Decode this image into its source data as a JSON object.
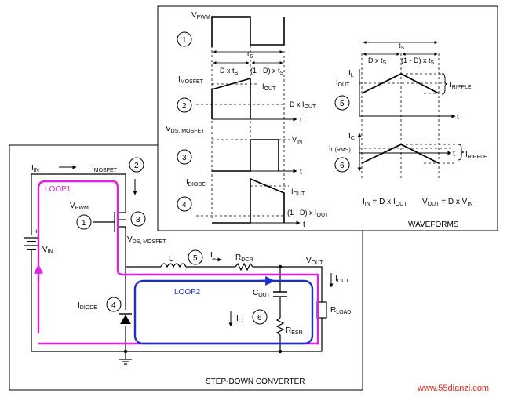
{
  "converter": {
    "title": "STEP-DOWN CONVERTER",
    "i_in": "I",
    "i_in_sub": "IN",
    "v_in": "V",
    "v_in_sub": "IN",
    "plus_sign": "+",
    "i_mosfet": "I",
    "i_mosfet_sub": "MOSFET",
    "v_pwm": "V",
    "v_pwm_sub": "PWM",
    "vds": "V",
    "vds_sub": "DS, MOSFET",
    "loop1": "LOOP1",
    "loop2": "LOOP2",
    "inductor": "L",
    "i_l": "I",
    "i_l_sub": "L",
    "r_dcr": "R",
    "r_dcr_sub": "DCR",
    "v_out": "V",
    "v_out_sub": "OUT",
    "i_out": "I",
    "i_out_sub": "OUT",
    "c_out": "C",
    "c_out_sub": "OUT",
    "r_load": "R",
    "r_load_sub": "LOAD",
    "i_diode": "I",
    "i_diode_sub": "DIODE",
    "i_c": "I",
    "i_c_sub": "C",
    "r_esr": "R",
    "r_esr_sub": "ESR",
    "markers": [
      "1",
      "2",
      "3",
      "4",
      "5",
      "6"
    ]
  },
  "waveforms": {
    "title": "WAVEFORMS",
    "markers": [
      "1",
      "2",
      "3",
      "4",
      "5",
      "6"
    ],
    "v_pwm": "V",
    "v_pwm_sub": "PWM",
    "ts": "t",
    "ts_sub": "S",
    "d_ts": "D x t",
    "d_ts_sub": "S",
    "one_minus_d_ts": "(1 - D) x t",
    "one_minus_d_ts_sub": "S",
    "i_mosfet": "I",
    "i_mosfet_sub": "MOSFET",
    "i_out": "I",
    "i_out_sub": "OUT",
    "d_iout": "D x I",
    "d_iout_sub": "OUT",
    "vds": "V",
    "vds_sub": "DS, MOSFET",
    "v_in": "V",
    "v_in_sub": "IN",
    "i_diode": "I",
    "i_diode_sub": "DIODE",
    "one_minus_d_iout": "(1 - D) x I",
    "one_minus_d_iout_sub": "OUT",
    "t_axis": "t",
    "i_l": "I",
    "i_l_sub": "L",
    "i_ripple": "I",
    "i_ripple_sub": "RIPPLE",
    "i_c": "I",
    "i_c_sub": "C",
    "i_crms": "I",
    "i_crms_sub": "C(RMS)",
    "eq_iin": "I",
    "eq_iin_sub": "IN",
    "eq_iin_mid": " = D x I",
    "eq_iin_sub2": "OUT",
    "eq_vout": "V",
    "eq_vout_sub": "OUT",
    "eq_vout_mid": " = D x V",
    "eq_vout_sub2": "IN"
  },
  "watermark": "www.55dianzi.com",
  "colors": {
    "loop1": "#e020e0",
    "loop2": "#1a2fd0",
    "watermark": "#e0261b",
    "line": "#000000"
  }
}
